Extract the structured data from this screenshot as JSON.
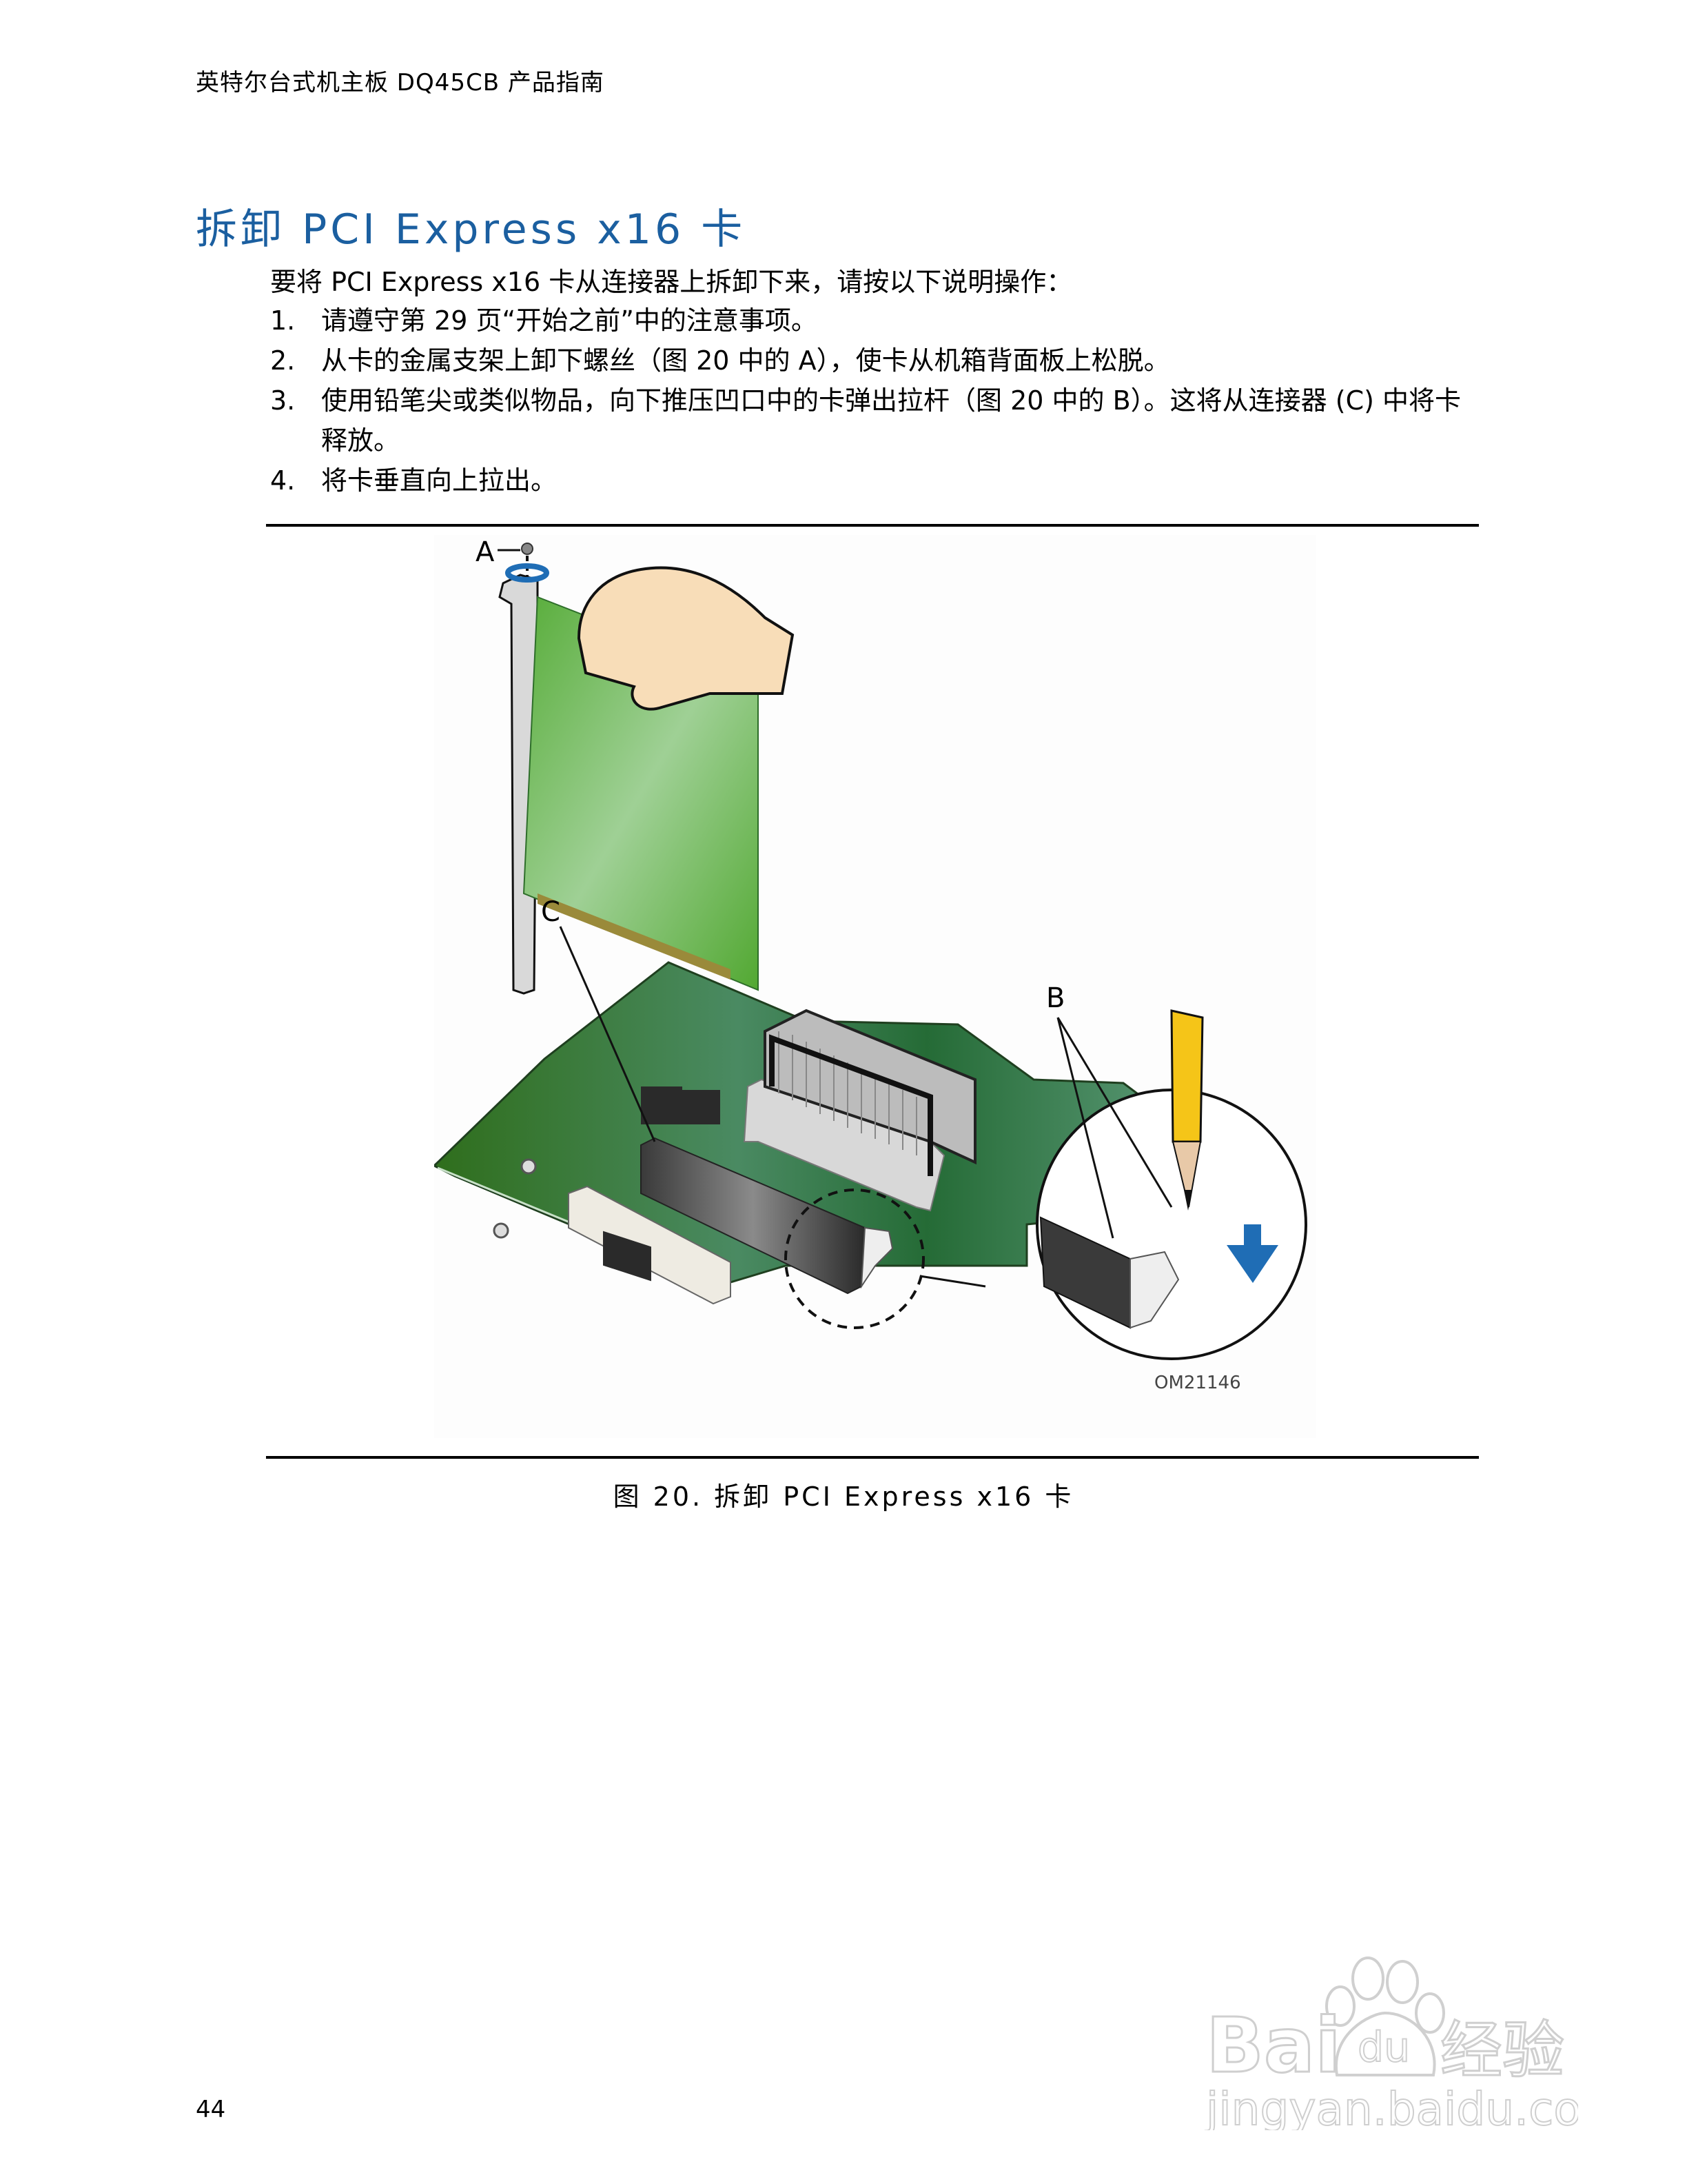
{
  "header": {
    "running_title": "英特尔台式机主板 DQ45CB 产品指南"
  },
  "section": {
    "title": "拆卸 PCI Express x16 卡",
    "intro": "要将 PCI Express x16 卡从连接器上拆卸下来，请按以下说明操作：",
    "steps": [
      {
        "num": "1.",
        "text": "请遵守第 29 页“开始之前”中的注意事项。"
      },
      {
        "num": "2.",
        "text": "从卡的金属支架上卸下螺丝（图 20 中的 A），使卡从机箱背面板上松脱。"
      },
      {
        "num": "3.",
        "text": "使用铅笔尖或类似物品，向下推压凹口中的卡弹出拉杆（图 20 中的 B）。这将从连接器 (C) 中将卡释放。"
      },
      {
        "num": "4.",
        "text": "将卡垂直向上拉出。"
      }
    ]
  },
  "figure": {
    "labels": {
      "a": "A",
      "b": "B",
      "c": "C"
    },
    "id_code": "OM21146",
    "caption": "图 20.  拆卸 PCI Express x16 卡",
    "colors": {
      "board": "#3f7f4a",
      "card": "#6db84a",
      "arrow": "#1f6db5",
      "pencil": "#f5c518",
      "skin": "#f8ddb8"
    }
  },
  "footer": {
    "page_number": "44"
  },
  "watermark": {
    "brand": "Baidu 经验",
    "url": "jingyan.baidu.com"
  }
}
